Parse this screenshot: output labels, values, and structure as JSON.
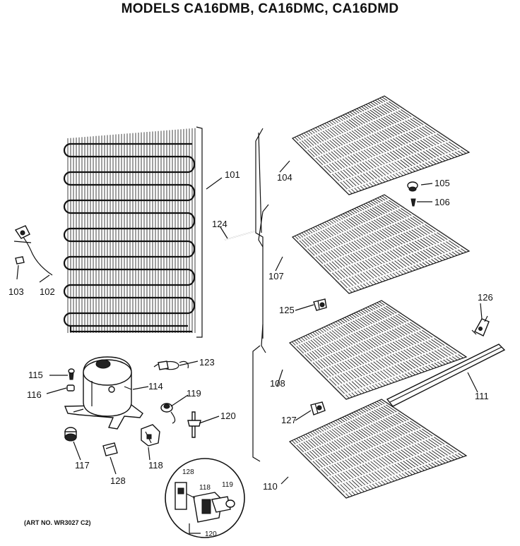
{
  "title": "MODELS CA16DMB, CA16DMC, CA16DMD",
  "art_number": "(ART NO. WR3027 C2)",
  "callouts": {
    "c101": "101",
    "c102": "102",
    "c103": "103",
    "c104": "104",
    "c105": "105",
    "c106": "106",
    "c107": "107",
    "c108": "108",
    "c110": "110",
    "c111": "111",
    "c114": "114",
    "c115": "115",
    "c116": "116",
    "c117": "117",
    "c118": "118",
    "c119": "119",
    "c120": "120",
    "c123": "123",
    "c124": "124",
    "c125": "125",
    "c126": "126",
    "c127": "127",
    "c128": "128",
    "d128": "128",
    "d118": "118",
    "d119": "119",
    "d120": "120"
  }
}
